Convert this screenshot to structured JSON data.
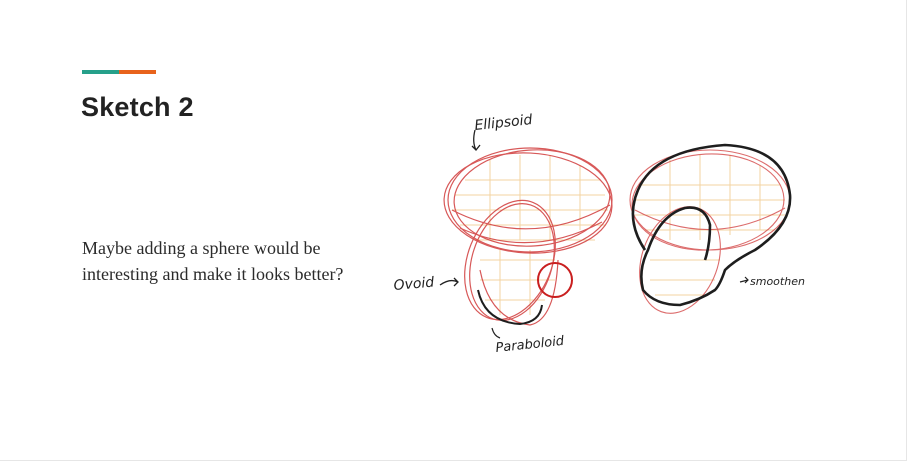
{
  "slide": {
    "title": "Sketch 2",
    "body": "Maybe adding a sphere would be interesting and make it looks better?",
    "accent_colors": [
      "#26a08a",
      "#e8631c"
    ]
  },
  "sketch": {
    "labels": {
      "ellipsoid": "Ellipsoid",
      "ovoid": "Ovoid",
      "paraboloid": "Paraboloid",
      "smoothen": "smoothen"
    },
    "colors": {
      "construction": "#d13b3b",
      "hatching": "#f1c98a",
      "outline": "#1e1e1e"
    }
  }
}
